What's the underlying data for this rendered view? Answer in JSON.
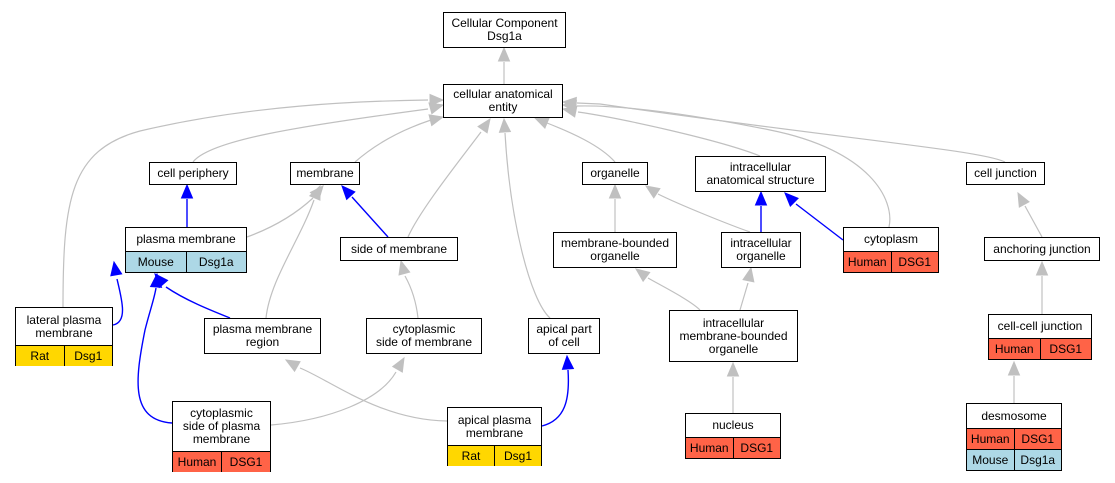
{
  "nodes": [
    {
      "id": "root",
      "label": "Cellular Component\nDsg1a",
      "rows": []
    },
    {
      "id": "cae",
      "label": "cellular anatomical\nentity",
      "rows": []
    },
    {
      "id": "periph",
      "label": "cell periphery",
      "rows": []
    },
    {
      "id": "membrane",
      "label": "membrane",
      "rows": []
    },
    {
      "id": "organelle",
      "label": "organelle",
      "rows": []
    },
    {
      "id": "ias",
      "label": "intracellular\nanatomical structure",
      "rows": []
    },
    {
      "id": "junction",
      "label": "cell junction",
      "rows": []
    },
    {
      "id": "pm",
      "label": "plasma membrane",
      "rows": [
        {
          "species": "Mouse",
          "gene": "Dsg1a"
        }
      ]
    },
    {
      "id": "som",
      "label": "side of membrane",
      "rows": []
    },
    {
      "id": "mbo",
      "label": "membrane-bounded\norganelle",
      "rows": []
    },
    {
      "id": "io",
      "label": "intracellular\norganelle",
      "rows": []
    },
    {
      "id": "cyto",
      "label": "cytoplasm",
      "rows": [
        {
          "species": "Human",
          "gene": "DSG1"
        }
      ]
    },
    {
      "id": "aj",
      "label": "anchoring junction",
      "rows": []
    },
    {
      "id": "lpm",
      "label": "lateral plasma\nmembrane",
      "rows": [
        {
          "species": "Rat",
          "gene": "Dsg1"
        }
      ]
    },
    {
      "id": "pmr",
      "label": "plasma membrane\nregion",
      "rows": []
    },
    {
      "id": "csm",
      "label": "cytoplasmic\nside of membrane",
      "rows": []
    },
    {
      "id": "apc",
      "label": "apical part\nof cell",
      "rows": []
    },
    {
      "id": "imbo",
      "label": "intracellular\nmembrane-bounded\norganelle",
      "rows": []
    },
    {
      "id": "ccj",
      "label": "cell-cell junction",
      "rows": [
        {
          "species": "Human",
          "gene": "DSG1"
        }
      ]
    },
    {
      "id": "cspm",
      "label": "cytoplasmic\nside of plasma\nmembrane",
      "rows": [
        {
          "species": "Human",
          "gene": "DSG1"
        }
      ]
    },
    {
      "id": "apm",
      "label": "apical plasma\nmembrane",
      "rows": [
        {
          "species": "Rat",
          "gene": "Dsg1"
        }
      ]
    },
    {
      "id": "nucleus",
      "label": "nucleus",
      "rows": [
        {
          "species": "Human",
          "gene": "DSG1"
        }
      ]
    },
    {
      "id": "desmo",
      "label": "desmosome",
      "rows": [
        {
          "species": "Human",
          "gene": "DSG1"
        },
        {
          "species": "Mouse",
          "gene": "Dsg1a"
        }
      ]
    }
  ],
  "species_colors": {
    "Human": "#ff6347",
    "Mouse": "#add8e6",
    "Rat": "#ffd700"
  },
  "edge_colors": {
    "is_a": "#c0c0c0",
    "part_of": "#0000ff"
  },
  "edges": [
    {
      "from": "cae",
      "to": "root",
      "type": "is_a"
    },
    {
      "from": "periph",
      "to": "cae",
      "type": "is_a"
    },
    {
      "from": "membrane",
      "to": "cae",
      "type": "is_a"
    },
    {
      "from": "organelle",
      "to": "cae",
      "type": "is_a"
    },
    {
      "from": "ias",
      "to": "cae",
      "type": "is_a"
    },
    {
      "from": "junction",
      "to": "cae",
      "type": "is_a"
    },
    {
      "from": "lpm",
      "to": "cae",
      "type": "is_a"
    },
    {
      "from": "som",
      "to": "cae",
      "type": "is_a"
    },
    {
      "from": "apc",
      "to": "cae",
      "type": "is_a"
    },
    {
      "from": "cyto",
      "to": "cae",
      "type": "is_a"
    },
    {
      "from": "pm",
      "to": "periph",
      "type": "part_of"
    },
    {
      "from": "pm",
      "to": "membrane",
      "type": "is_a"
    },
    {
      "from": "pmr",
      "to": "membrane",
      "type": "is_a"
    },
    {
      "from": "som",
      "to": "membrane",
      "type": "part_of"
    },
    {
      "from": "mbo",
      "to": "organelle",
      "type": "is_a"
    },
    {
      "from": "io",
      "to": "organelle",
      "type": "is_a"
    },
    {
      "from": "io",
      "to": "ias",
      "type": "part_of"
    },
    {
      "from": "cyto",
      "to": "ias",
      "type": "part_of"
    },
    {
      "from": "aj",
      "to": "junction",
      "type": "is_a"
    },
    {
      "from": "lpm",
      "to": "pm",
      "type": "part_of"
    },
    {
      "from": "pmr",
      "to": "pm",
      "type": "part_of"
    },
    {
      "from": "cspm",
      "to": "pm",
      "type": "part_of"
    },
    {
      "from": "csm",
      "to": "som",
      "type": "is_a"
    },
    {
      "from": "imbo",
      "to": "mbo",
      "type": "is_a"
    },
    {
      "from": "imbo",
      "to": "io",
      "type": "is_a"
    },
    {
      "from": "ccj",
      "to": "aj",
      "type": "is_a"
    },
    {
      "from": "cspm",
      "to": "csm",
      "type": "is_a"
    },
    {
      "from": "apm",
      "to": "pmr",
      "type": "is_a"
    },
    {
      "from": "apm",
      "to": "apc",
      "type": "part_of"
    },
    {
      "from": "nucleus",
      "to": "imbo",
      "type": "is_a"
    },
    {
      "from": "desmo",
      "to": "ccj",
      "type": "is_a"
    }
  ]
}
